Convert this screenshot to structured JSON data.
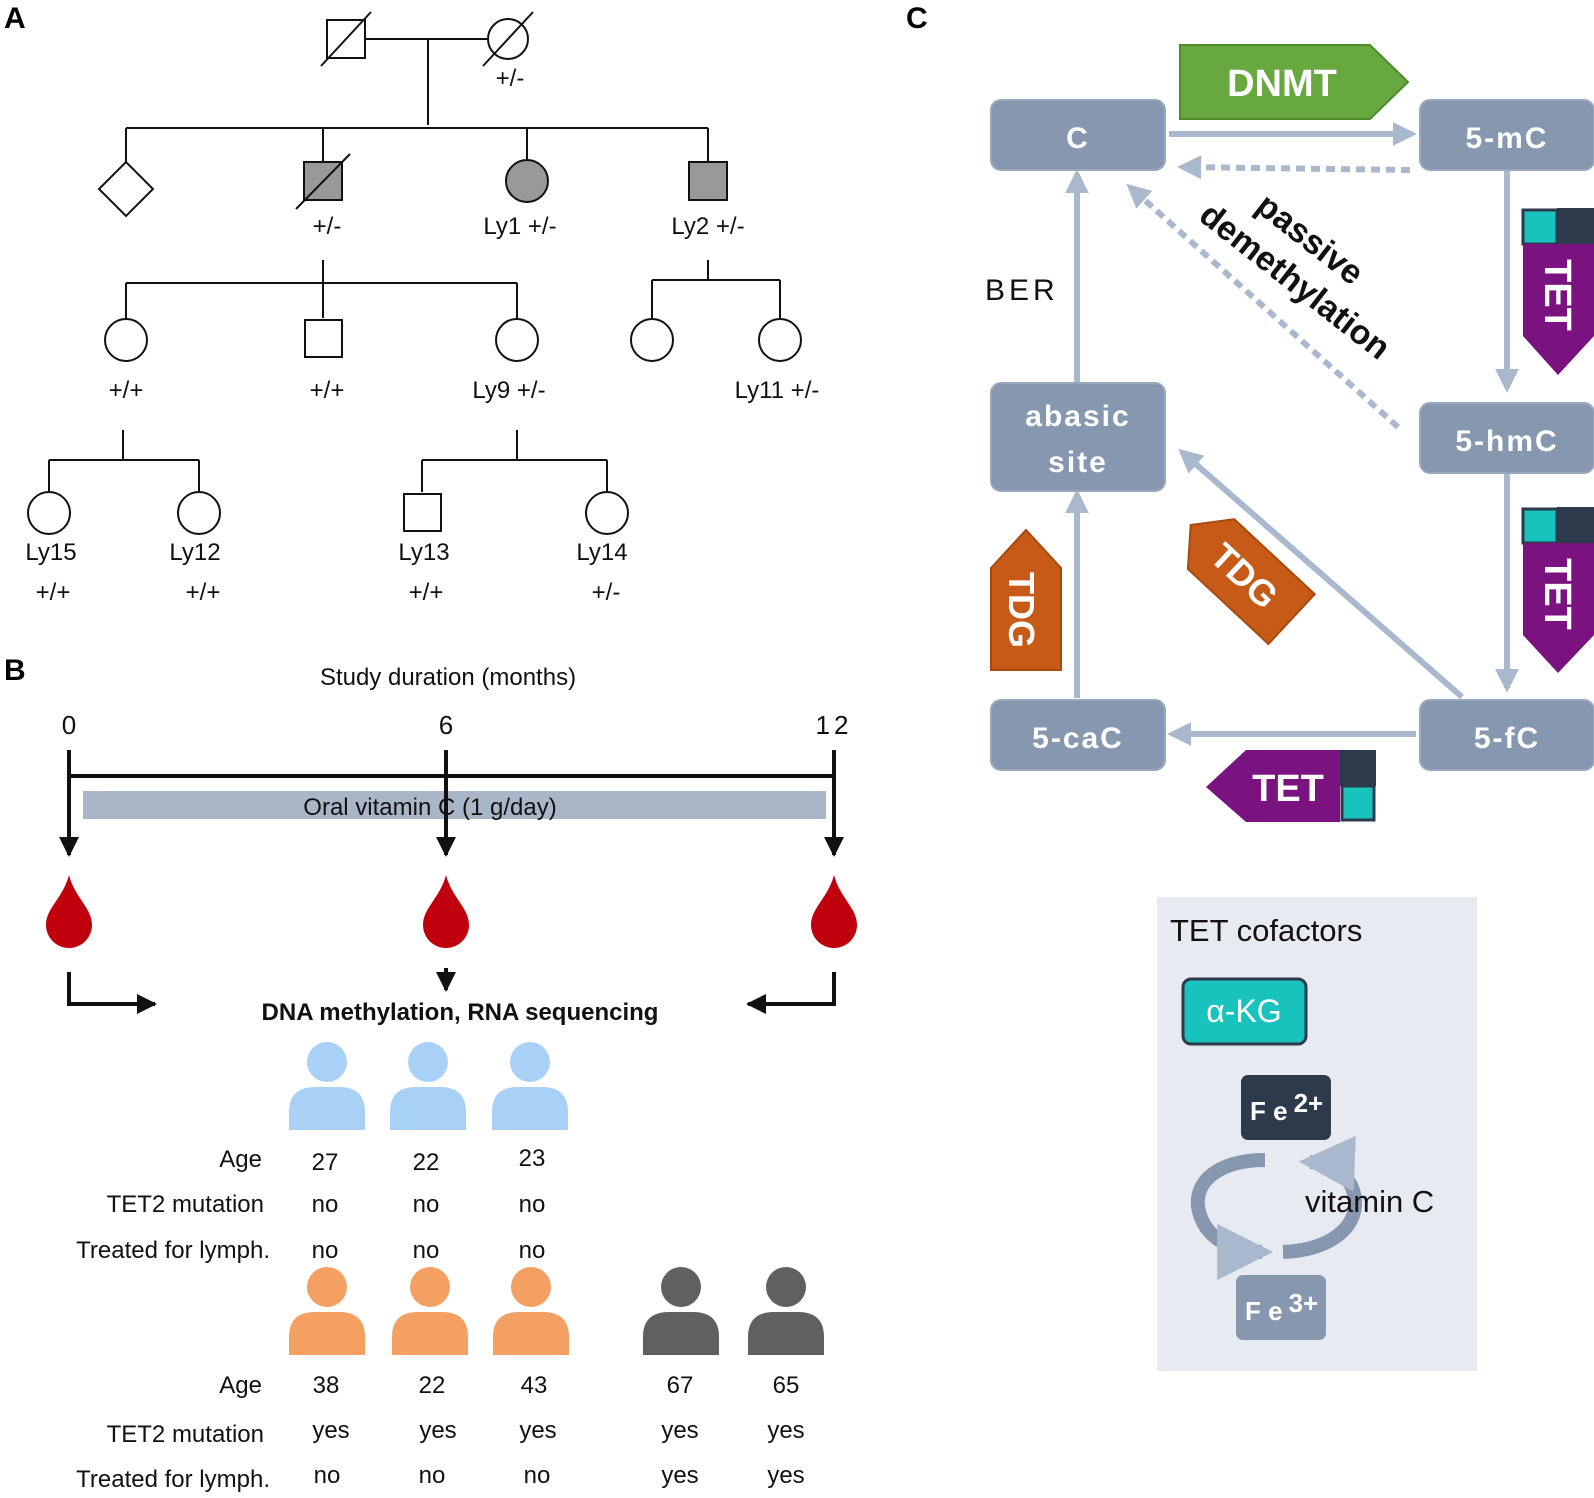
{
  "panels": {
    "a": "A",
    "b": "B",
    "c": "C"
  },
  "pedigree": {
    "gen1": {
      "mother_genotype": "+/-"
    },
    "gen2": [
      {
        "label": ""
      },
      {
        "label": "+/-"
      },
      {
        "label": "Ly1  +/-"
      },
      {
        "label": "Ly2 +/-"
      }
    ],
    "gen3": [
      {
        "label": "+/+"
      },
      {
        "label": "+/+"
      },
      {
        "label": "Ly9 +/-"
      },
      {
        "label": ""
      },
      {
        "label": "Ly11 +/-"
      }
    ],
    "gen4": [
      {
        "id": "Ly15",
        "genotype": "+/+"
      },
      {
        "id": "Ly12",
        "genotype": "+/+"
      },
      {
        "id": "Ly13",
        "genotype": "+/+"
      },
      {
        "id": "Ly14",
        "genotype": "+/-"
      }
    ]
  },
  "timeline": {
    "title": "Study duration (months)",
    "ticks": [
      "0",
      "6",
      "12"
    ],
    "treatment": "Oral vitamin C (1 g/day)",
    "analysis": "DNA methylation, RNA sequencing"
  },
  "cohort": {
    "row_labels": [
      "Age",
      "TET2 mutation",
      "Treated for lymph."
    ],
    "group1": {
      "color": "#a9d1f7",
      "people": [
        {
          "age": "27",
          "tet2": "no",
          "treated": "no"
        },
        {
          "age": "22",
          "tet2": "no",
          "treated": "no"
        },
        {
          "age": "23",
          "tet2": "no",
          "treated": "no"
        }
      ]
    },
    "group2": {
      "color_orange": "#f4a063",
      "color_gray": "#606060",
      "people": [
        {
          "age": "38",
          "tet2": "yes",
          "treated": "no"
        },
        {
          "age": "22",
          "tet2": "yes",
          "treated": "no"
        },
        {
          "age": "43",
          "tet2": "yes",
          "treated": "no"
        },
        {
          "age": "67",
          "tet2": "yes",
          "treated": "yes"
        },
        {
          "age": "65",
          "tet2": "yes",
          "treated": "yes"
        }
      ]
    }
  },
  "pathway": {
    "nodes": {
      "c": "C",
      "mc": "5-mC",
      "hmc": "5-hmC",
      "fc": "5-fC",
      "cac": "5-caC",
      "abasic_1": "abasic",
      "abasic_2": "site"
    },
    "enzymes": {
      "dnmt": "DNMT",
      "tet": "TET",
      "tdg": "TDG"
    },
    "ber": "BER",
    "passive_1": "passive",
    "passive_2": "demethylation",
    "colors": {
      "node": "#8797b0",
      "dnmt": "#67a83f",
      "tet": "#7a1280",
      "tdg": "#c65a16",
      "akg": "#19c3bd",
      "fe2": "#2c3a4c"
    }
  },
  "cofactors": {
    "title": "TET cofactors",
    "akg": "α-KG",
    "fe2_base": "F e",
    "fe2_sup": "2+",
    "fe3_base": "F e",
    "fe3_sup": "3+",
    "vitamin": "vitamin C"
  }
}
